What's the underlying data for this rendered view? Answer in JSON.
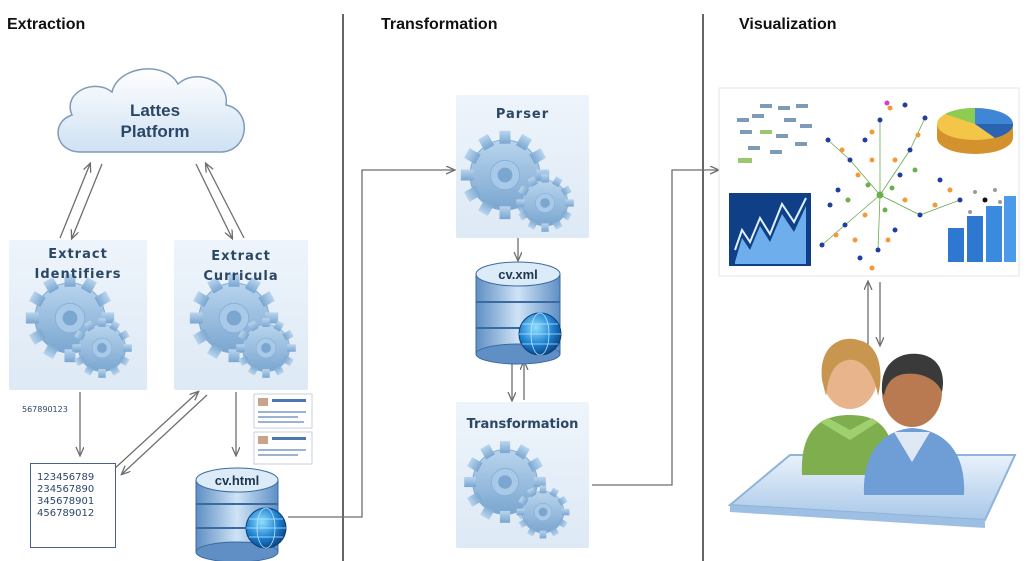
{
  "sections": {
    "extraction": "Extraction",
    "transformation": "Transformation",
    "visualization": "Visualization"
  },
  "cloud": {
    "line1": "Lattes",
    "line2": "Platform"
  },
  "extract_identifiers": {
    "line1": "Extract",
    "line2": "Identifiers"
  },
  "extract_curricula": {
    "line1": "Extract",
    "line2": "Curricula"
  },
  "parser": {
    "label": "Parser"
  },
  "transformation_box": {
    "label": "Transformation"
  },
  "small_identifier": "567890123",
  "identifier_list": [
    "123456789",
    "234567890",
    "345678901",
    "456789012"
  ],
  "databases": {
    "cv_html": "cv.html",
    "cv_xml": "cv.xml"
  },
  "icons": {
    "gear": "gear-icon",
    "database": "database-icon",
    "globe": "globe-icon",
    "cloud": "cloud-icon",
    "users": "users-icon",
    "visualization": "visualization-collage"
  },
  "colors": {
    "panel": "#e3edf7",
    "gear": "#8fb7dc",
    "arrow": "#6e6e6e",
    "divider": "#333333",
    "text_dark": "#2b4766"
  }
}
